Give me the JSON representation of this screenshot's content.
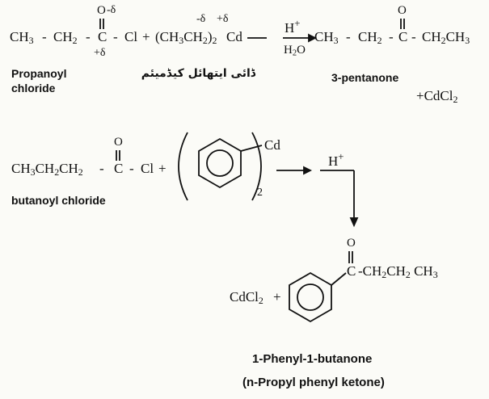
{
  "reaction1": {
    "ch3": "CH",
    "ch3_sub": "3",
    "dash1": "-",
    "ch2": "CH",
    "ch2_sub": "2",
    "dash2": "-",
    "c": "C",
    "carbonyl_o": "O",
    "o_charge": "-δ",
    "c_charge": "+δ",
    "dash3": "-",
    "cl": "Cl",
    "plus": "+",
    "reagent_open": "(CH",
    "reagent_sub1": "3",
    "reagent_mid": "CH",
    "reagent_sub2": "2",
    "reagent_close": ")",
    "reagent_sub3": "2",
    "cd": "Cd",
    "et_charge_minus": "-δ",
    "cd_charge_plus": "+δ",
    "acid_h": "H",
    "acid_plus": "+",
    "water_h": "H",
    "water_sub": "2",
    "water_o": "O",
    "product_ch3": "CH",
    "product_ch3_sub": "3",
    "product_dash1": "-",
    "product_ch2": "CH",
    "product_ch2_sub": "2",
    "product_dash2": "-",
    "product_c": "C",
    "product_o": "O",
    "product_dash3": "-",
    "product_tail": "CH",
    "product_tail_sub1": "2",
    "product_tail2": "CH",
    "product_tail_sub2": "3",
    "reactant_label_line1": "Propanoyl",
    "reactant_label_line2": "chloride",
    "reagent_label": "ڈائی ایتھائل کیڈمیئم",
    "product_label": "3-pentanone",
    "byproduct": "+CdCl",
    "byproduct_sub": "2"
  },
  "reaction2": {
    "reactant": "CH",
    "reactant_sub1": "3",
    "reactant_mid1": "CH",
    "reactant_sub2": "2",
    "reactant_mid2": "CH",
    "reactant_sub3": "2",
    "reactant_dash": "-",
    "c": "C",
    "carbonyl_o": "O",
    "dash_cl": "-",
    "cl": "Cl",
    "plus": "+",
    "cd": "Cd",
    "paren_sub": "2",
    "acid_h": "H",
    "acid_plus": "+",
    "reactant_label": "butanoyl chloride",
    "byproduct": "CdCl",
    "byproduct_sub": "2",
    "byproduct_plus": "+",
    "product_o": "O",
    "product_c": "C",
    "product_chain": "-CH",
    "product_chain_sub": "2",
    "product_chain2": "CH",
    "product_chain_sub2": "2",
    "product_chain3": " CH",
    "product_chain_sub3": "3",
    "product_name": "1-Phenyl-1-butanone",
    "product_alt_name": "(n-Propyl phenyl ketone)"
  }
}
